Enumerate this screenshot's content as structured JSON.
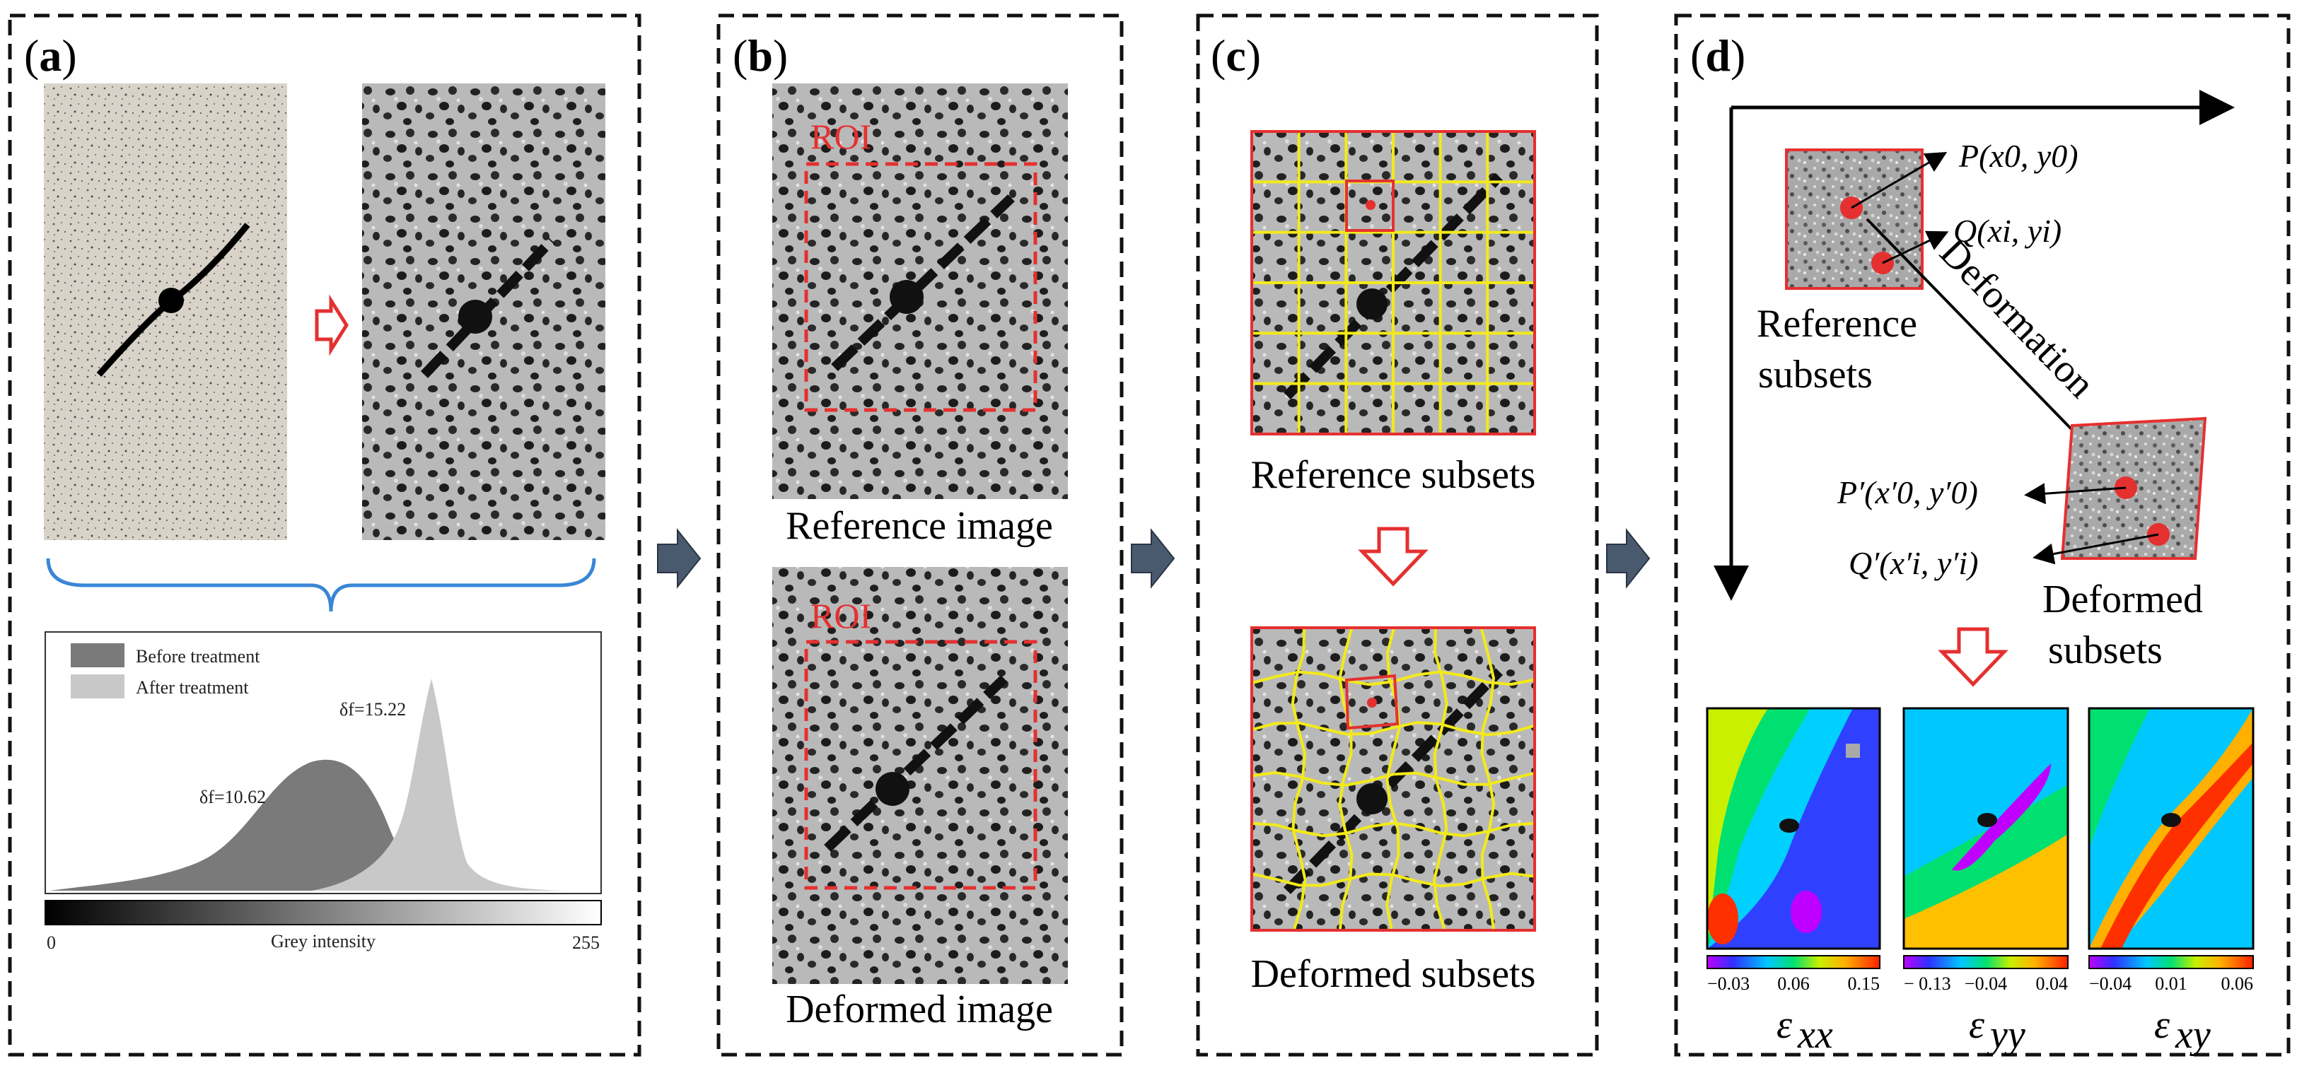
{
  "panels": {
    "a": {
      "label_open": "(",
      "label": "a",
      "label_close": ")",
      "histogram": {
        "legend_before": "Before treatment",
        "legend_after": "After treatment",
        "delta_before": "δf=10.62",
        "delta_after": "δf=15.22",
        "axis_label": "Grey intensity",
        "axis_min": "0",
        "axis_max": "255"
      }
    },
    "b": {
      "label_open": "(",
      "label": "b",
      "label_close": ")",
      "roi_top": "ROI",
      "roi_bottom": "ROI",
      "caption_reference": "Reference image",
      "caption_deformed": "Deformed image"
    },
    "c": {
      "label_open": "(",
      "label": "c",
      "label_close": ")",
      "caption_reference": "Reference subsets",
      "caption_deformed": "Deformed subsets"
    },
    "d": {
      "label_open": "(",
      "label": "d",
      "label_close": ")",
      "ref_line1": "Reference",
      "ref_line2": "subsets",
      "def_line1": "Deformed",
      "def_line2": "subsets",
      "deformation": "Deformation",
      "P": "P(x0, y0)",
      "Q": "Q(xi, yi)",
      "P_prime": "P′(x′0, y′0)",
      "Q_prime": "Q′(x′i, y′i)",
      "maps": [
        {
          "ticks": [
            "−0.03",
            "0.06",
            "0.15"
          ],
          "symbol": "ε",
          "sub": "xx"
        },
        {
          "ticks": [
            "− 0.13",
            "−0.04",
            "0.04"
          ],
          "symbol": "ε",
          "sub": "yy"
        },
        {
          "ticks": [
            "−0.04",
            "0.01",
            "0.06"
          ],
          "symbol": "ε",
          "sub": "xy"
        }
      ]
    }
  },
  "colors": {
    "accent_red": "#e53030",
    "grid_yellow": "#f2ea1a",
    "arrow_fill": "#4a5a6e",
    "brace_blue": "#3a86d6"
  }
}
